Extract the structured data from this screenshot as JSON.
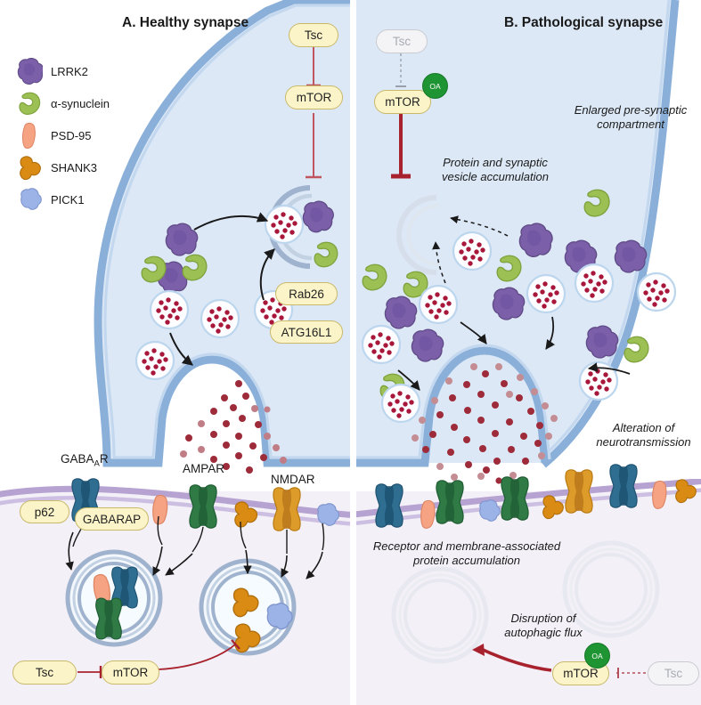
{
  "figure": {
    "panel_a_title": "A. Healthy synapse",
    "panel_b_title": "B. Pathological synapse"
  },
  "legend": {
    "items": [
      {
        "label": "LRRK2",
        "icon": "lrrk2-blob-icon",
        "color": "#7b5fa8"
      },
      {
        "label": "α-synuclein",
        "icon": "alpha-synuclein-blob-icon",
        "color": "#9cc054"
      },
      {
        "label": "PSD-95",
        "icon": "psd95-blob-icon",
        "color": "#f5a383"
      },
      {
        "label": "SHANK3",
        "icon": "shank3-blob-icon",
        "color": "#d98b14"
      },
      {
        "label": "PICK1",
        "icon": "pick1-blob-icon",
        "color": "#9cb3e8"
      }
    ]
  },
  "panel_a": {
    "nodes": [
      {
        "id": "tsc-top",
        "label": "Tsc",
        "style": "active"
      },
      {
        "id": "mtor-top",
        "label": "mTOR",
        "style": "active"
      },
      {
        "id": "rab26",
        "label": "Rab26",
        "style": "active"
      },
      {
        "id": "atg16l1",
        "label": "ATG16L1",
        "style": "active"
      },
      {
        "id": "p62",
        "label": "p62",
        "style": "active"
      },
      {
        "id": "gabarap",
        "label": "GABARAP",
        "style": "active"
      },
      {
        "id": "tsc-bottom",
        "label": "Tsc",
        "style": "active"
      },
      {
        "id": "mtor-bottom",
        "label": "mTOR",
        "style": "active"
      }
    ],
    "receptor_labels": [
      {
        "id": "gabaar",
        "text": "GABA",
        "sub": "A",
        "tail": "R"
      },
      {
        "id": "ampar",
        "text": "AMPAR",
        "sub": "",
        "tail": ""
      },
      {
        "id": "nmdar",
        "text": "NMDAR",
        "sub": "",
        "tail": ""
      }
    ]
  },
  "panel_b": {
    "nodes": [
      {
        "id": "tsc-top",
        "label": "Tsc",
        "style": "ghost"
      },
      {
        "id": "mtor-top",
        "label": "mTOR",
        "style": "active",
        "badge": "OA"
      },
      {
        "id": "mtor-bottom",
        "label": "mTOR",
        "style": "active",
        "badge": "OA"
      },
      {
        "id": "tsc-bottom",
        "label": "Tsc",
        "style": "ghost"
      }
    ],
    "annotations": [
      {
        "id": "enlarged-presynaptic",
        "text": "Enlarged pre-synaptic\ncompartment"
      },
      {
        "id": "protein-vesicle-accum",
        "text": "Protein and synaptic\nvesicle accumulation"
      },
      {
        "id": "alteration-neurotrans",
        "text": "Alteration of\nneurotransmission"
      },
      {
        "id": "receptor-protein-accum",
        "text": "Receptor and membrane-associated\nprotein accumulation"
      },
      {
        "id": "disruption-autophagic",
        "text": "Disruption of\nautophagic flux"
      }
    ],
    "badge_oa": "OA"
  },
  "colors": {
    "presynaptic_fill": "#dce8f6",
    "presynaptic_membrane": "#8ab0da",
    "presynaptic_membrane_light": "#c3d8ef",
    "postsynaptic_bg": "#f3f0f7",
    "postsynaptic_membrane": "#b7a3d2",
    "node_fill": "#fbf4c9",
    "node_stroke": "#c9b96a",
    "ghost_fill": "#f4f4f6",
    "ghost_stroke": "#c9cbd1",
    "inhibitor_red": "#a8222e",
    "inhibitor_red_light": "#c0555f",
    "vesicle_dot": "#a8173a",
    "neurotransmitter": "#9e2b3a",
    "autophagosome_ring": "#9fb3ce",
    "oa_green": "#1f9433",
    "lrrk2": "#7b5fa8",
    "alpha_synuclein": "#9cc054",
    "psd95": "#f5a383",
    "shank3": "#d98b14",
    "pick1": "#9cb3e8",
    "gabaar_receptor": "#2f6e91",
    "ampar_receptor": "#2f7a45"
  }
}
